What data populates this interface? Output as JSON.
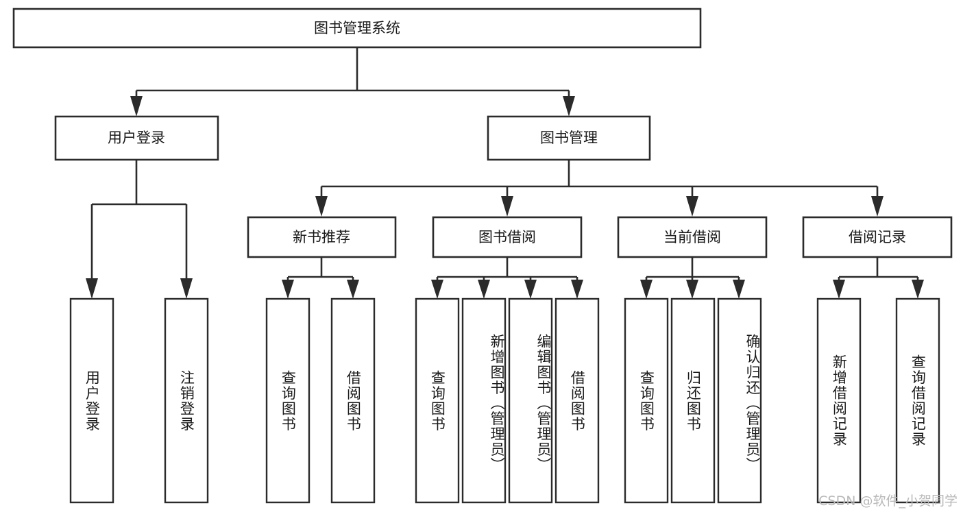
{
  "diagram": {
    "title": "图书管理系统",
    "type": "tree",
    "watermark": "CSDN @软件_小贺同学",
    "colors": {
      "background": "#ffffff",
      "box_fill": "#ffffff",
      "box_stroke": "#2b2b2b",
      "text": "#1a1a1a",
      "connector": "#2b2b2b",
      "watermark": "#b9b9b9"
    },
    "root": {
      "label": "图书管理系统"
    },
    "level2": [
      {
        "label": "用户登录"
      },
      {
        "label": "图书管理"
      }
    ],
    "level3": [
      {
        "label": "新书推荐"
      },
      {
        "label": "图书借阅"
      },
      {
        "label": "当前借阅"
      },
      {
        "label": "借阅记录"
      }
    ],
    "leaves": {
      "user_login": [
        {
          "label": "用户登录"
        },
        {
          "label": "注销登录"
        }
      ],
      "new_book_recommend": [
        {
          "label": "查询图书"
        },
        {
          "label": "借阅图书"
        }
      ],
      "book_borrow": [
        {
          "label": "查询图书"
        },
        {
          "label": "新增图书（管理员）"
        },
        {
          "label": "编辑图书（管理员）"
        },
        {
          "label": "借阅图书"
        }
      ],
      "current_borrow": [
        {
          "label": "查询图书"
        },
        {
          "label": "归还图书"
        },
        {
          "label": "确认归还（管理员）"
        }
      ],
      "borrow_record": [
        {
          "label": "新增借阅记录"
        },
        {
          "label": "查询借阅记录"
        }
      ]
    }
  },
  "chart_data": {
    "type": "table",
    "title": "图书管理系统",
    "categories": [
      "用户登录",
      "图书管理"
    ],
    "series": [
      {
        "name": "用户登录",
        "values": [
          "用户登录",
          "注销登录"
        ]
      },
      {
        "name": "新书推荐",
        "values": [
          "查询图书",
          "借阅图书"
        ]
      },
      {
        "name": "图书借阅",
        "values": [
          "查询图书",
          "新增图书（管理员）",
          "编辑图书（管理员）",
          "借阅图书"
        ]
      },
      {
        "name": "当前借阅",
        "values": [
          "查询图书",
          "归还图书",
          "确认归还（管理员）"
        ]
      },
      {
        "name": "借阅记录",
        "values": [
          "新增借阅记录",
          "查询借阅记录"
        ]
      }
    ]
  }
}
